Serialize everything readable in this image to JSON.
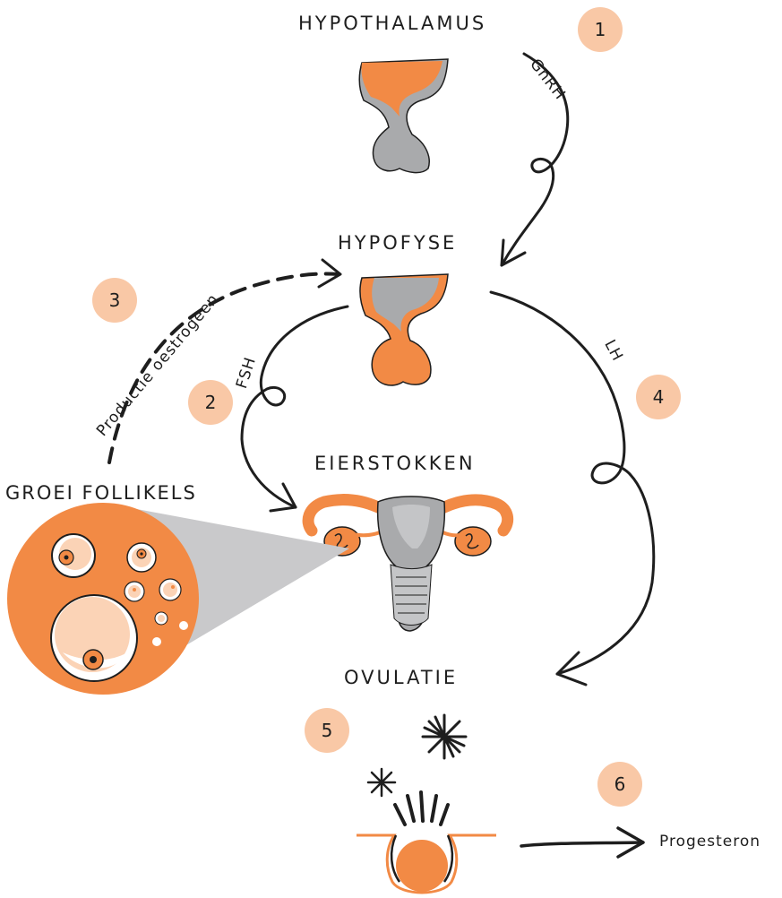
{
  "labels": {
    "hypothalamus": "HYPOTHALAMUS",
    "hypofyse": "HYPOFYSE",
    "eierstokken": "EIERSTOKKEN",
    "groei_follikels": "GROEI FOLLIKELS",
    "ovulatie": "OVULATIE",
    "gnrh": "GnRH",
    "fsh": "FSH",
    "lh": "LH",
    "productie_oestrogeen": "Productie oestrogeen",
    "progesteron": "Progesteron"
  },
  "steps": [
    "1",
    "2",
    "3",
    "4",
    "5",
    "6"
  ],
  "colors": {
    "orange": "#f28a45",
    "peach": "#f9c8a6",
    "light_peach": "#fbd3b6",
    "gray": "#a9aaac",
    "ink": "#1e1e1e"
  }
}
